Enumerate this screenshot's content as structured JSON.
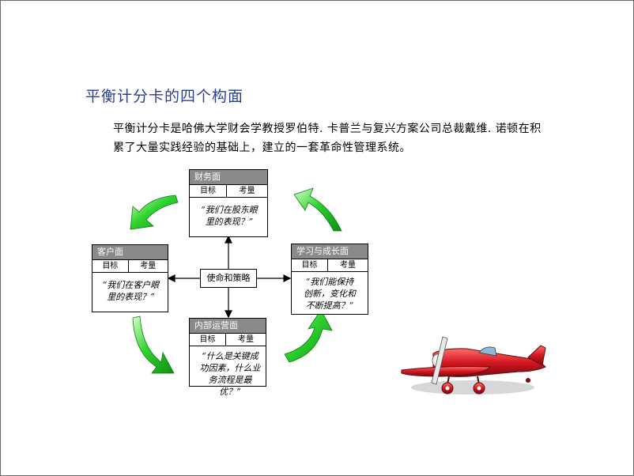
{
  "title": "平衡计分卡的四个构面",
  "intro": [
    "平衡计分卡是哈佛大学财会学教授罗伯特. 卡普兰与复兴方案公司总裁戴维. 诺顿在积",
    "累了大量实践经验的基础上，建立的一套革命性管理系统。"
  ],
  "center": "使命和策略",
  "perspectives": {
    "financial": {
      "header": "财务面",
      "col1": "目标",
      "col2": "考量",
      "question": "“我们在股东眼里的表现？”"
    },
    "customer": {
      "header": "客户面",
      "col1": "目标",
      "col2": "考量",
      "question": "“我们在客户眼里的表现？”"
    },
    "learning": {
      "header": "学习与成长面",
      "col1": "目标",
      "col2": "考量",
      "question": "“我们能保持创新，变化和不断提高？”"
    },
    "internal": {
      "header": "内部运营面",
      "col1": "目标",
      "col2": "考量",
      "question": "“什么是关键成功因素，什么业务流程是最优？”"
    }
  },
  "colors": {
    "title": "#2b3f8c",
    "card_header": "#8a8a8a",
    "arrow_green": "#2fd42f",
    "plane_red": "#d3161f"
  }
}
